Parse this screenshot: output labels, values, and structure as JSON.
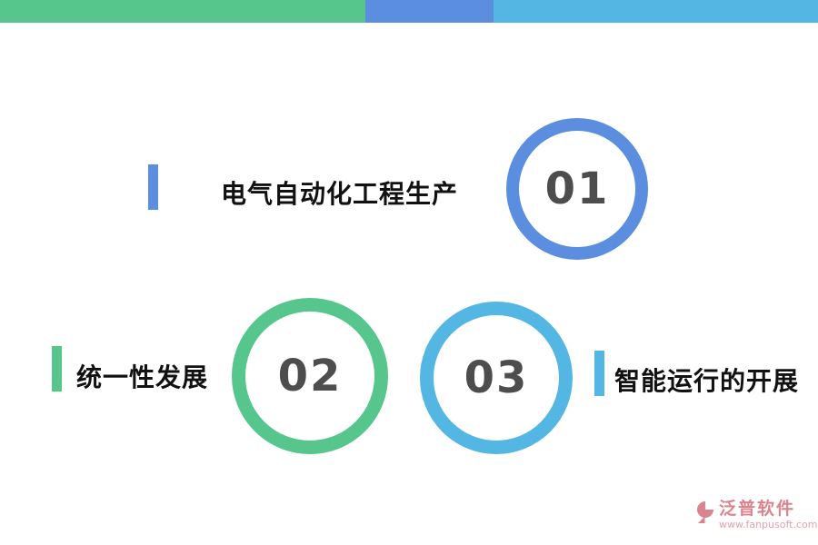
{
  "steps": [
    {
      "number": "01",
      "label": "电气自动化工程生产",
      "color": "#5b8edf"
    },
    {
      "number": "02",
      "label": "统一性发展",
      "color": "#56c68c"
    },
    {
      "number": "03",
      "label": "智能运行的开展",
      "color": "#54b6e3"
    }
  ],
  "number_color": "#4d4d4d",
  "label_color": "#111111",
  "watermark": {
    "brand": "泛普软件",
    "url": "www.fanpusoft.com",
    "color": "#d9848e"
  }
}
